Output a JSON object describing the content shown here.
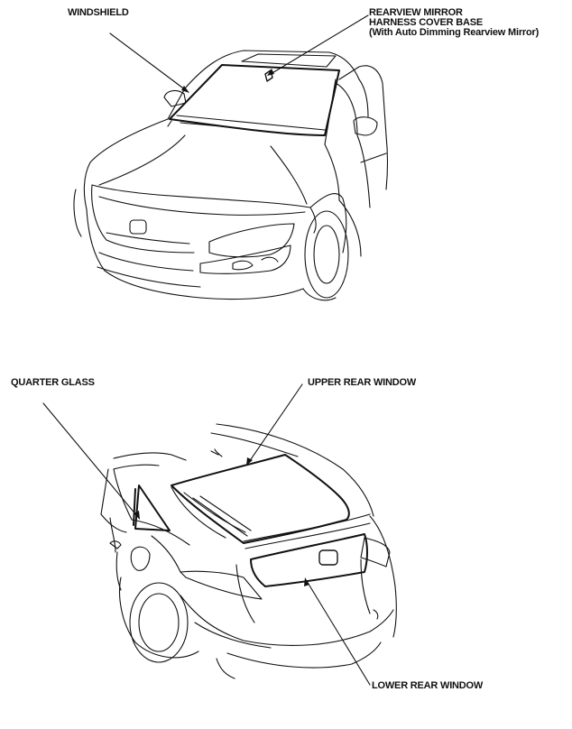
{
  "labels": {
    "windshield": "WINDSHIELD",
    "rearview_mirror": {
      "line1": "REARVIEW MIRROR",
      "line2": "HARNESS COVER BASE",
      "line3": "(With Auto Dimming Rearview Mirror)"
    },
    "quarter_glass": "QUARTER GLASS",
    "upper_rear_window": "UPPER REAR WINDOW",
    "lower_rear_window": "LOWER REAR WINDOW"
  },
  "colors": {
    "ink": "#111111",
    "background": "#ffffff"
  }
}
